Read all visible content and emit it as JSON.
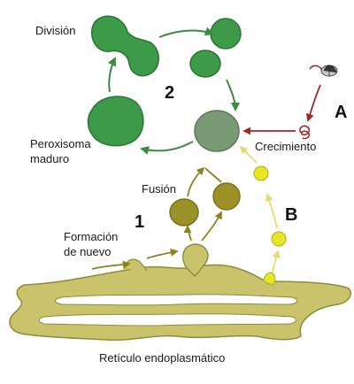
{
  "labels": {
    "division": "División",
    "peroxisoma_maduro_1": "Peroxisoma",
    "peroxisoma_maduro_2": "maduro",
    "crecimiento": "Crecimiento",
    "fusion": "Fusión",
    "formacion_1": "Formación",
    "formacion_2": "de nuevo",
    "reticulo": "Retículo endoplasmático"
  },
  "markers": {
    "one": "1",
    "two": "2",
    "a": "A",
    "b": "B"
  },
  "colors": {
    "green": "#3c9a49",
    "green_dark": "#2c7436",
    "grey_green": "#7a9a76",
    "olive": "#9a9127",
    "olive_dark": "#7a7418",
    "er": "#c9c46c",
    "er_stroke": "#8e8a3c",
    "yellow": "#e6e624",
    "yellow_arrow": "#e8e27a",
    "red": "#9e2a2a"
  }
}
